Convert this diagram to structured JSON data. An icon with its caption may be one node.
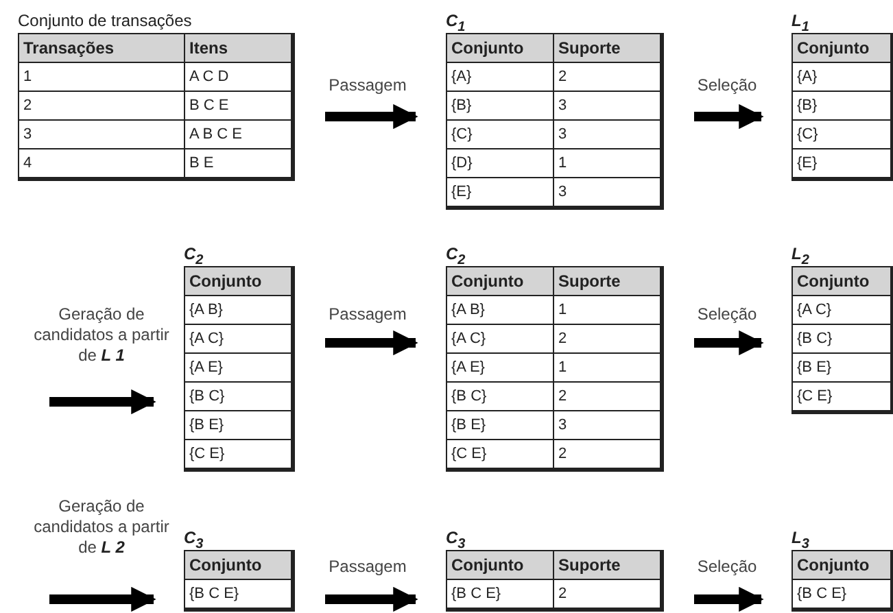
{
  "diagram": {
    "nodes": [
      {
        "text": [
          "Conjunto de transações",
          "Transações",
          "Itens",
          "1",
          "A C D",
          "2",
          "B C E",
          "3",
          "A B C E",
          "4",
          "B E"
        ]
      },
      {
        "text": [
          "C$_{1}$",
          "Conjunto",
          "Suporte",
          "{A}",
          "2",
          "{B}",
          "3",
          "{C}",
          "3",
          "{D}",
          "1",
          "{E}",
          "3"
        ]
      },
      {
        "text": [
          "L$_{1}$",
          "Conjunto",
          "{A}",
          "{B}",
          "{C}",
          "{E}"
        ]
      },
      {
        "text": [
          "C$_{2}$",
          "Conjunto",
          "{A B}",
          "{A C}",
          "{A E}",
          "{B C}",
          "{B E}",
          "{C E}"
        ]
      },
      {
        "text": [
          "C$_{2}$",
          "Conjunto",
          "Suporte",
          "{A B}",
          "1",
          "{A C}",
          "2",
          "{A E}",
          "1",
          "{B C}",
          "2",
          "{B E}",
          "3",
          "{C E}",
          "2"
        ]
      },
      {
        "text": [
          "L$_{2}$",
          "Conjunto",
          "{A C}",
          "{B C}",
          "{B E}",
          "{C E}"
        ]
      },
      {
        "text": [
          "C$_{3}$",
          "Conjunto",
          "{B C E}"
        ]
      },
      {
        "text": [
          "C$_{3}$",
          "Conjunto",
          "Suporte",
          "{B C E}",
          "2"
        ]
      },
      {
        "text": [
          "L$_{3}$",
          "Conjunto",
          "{B C E}"
        ]
      }
    ],
    "edges": [
      {
        "from": 0,
        "to": 1,
        "arrow": "to",
        "label": "Passagem"
      },
      {
        "from": 1,
        "to": 2,
        "arrow": "to",
        "label": "Seleção"
      },
      {
        "from": null,
        "to": 3,
        "arrow": "to",
        "label": "Geração de candidatos a partir de **L 1**"
      },
      {
        "from": 3,
        "to": 4,
        "arrow": "to",
        "label": "Passagem"
      },
      {
        "from": 4,
        "to": 5,
        "arrow": "to",
        "label": "Seleção"
      },
      {
        "from": null,
        "to": 6,
        "arrow": "to",
        "label": "Geração de candidatos a partir de **L 2**"
      },
      {
        "from": 6,
        "to": 7,
        "arrow": "to",
        "label": "Passagem"
      },
      {
        "from": 7,
        "to": 8,
        "arrow": "to",
        "label": "Seleção"
      }
    ]
  }
}
